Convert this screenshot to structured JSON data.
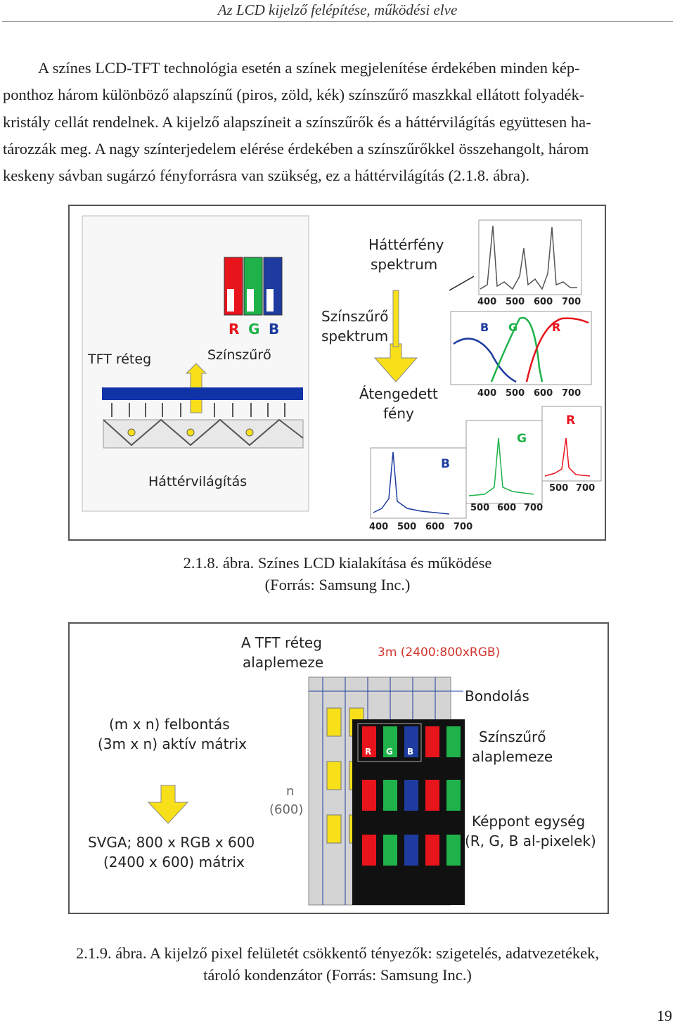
{
  "header": "Az LCD kijelző felépítése, működési elve",
  "paragraph_lines": [
    "A színes LCD-TFT technológia esetén a színek megjelenítése érdekében minden kép-",
    "ponthoz három különböző alapszínű (piros, zöld, kék) színszűrő maszkkal ellátott folyadék-",
    "kristály cellát rendelnek. A kijelző alapszíneit a színszűrők és a háttérvilágítás együttesen ha-",
    "tározzák meg. A nagy színterjedelem elérése érdekében a színszűrőkkel összehangolt, három",
    "keskeny sávban sugárzó fényforrásra van szükség, ez a háttérvilágítás (2.1.8. ábra)."
  ],
  "figure1": {
    "labels": {
      "rgb_r": "R",
      "rgb_g": "G",
      "rgb_b": "B",
      "tft_layer": "TFT réteg",
      "color_filter": "Színszűrő",
      "backlight": "Háttérvilágítás",
      "backlight_spectrum_1": "Háttérfény",
      "backlight_spectrum_2": "spektrum",
      "filter_spectrum_1": "Színszűrő",
      "filter_spectrum_2": "spektrum",
      "transmitted_1": "Átengedett",
      "transmitted_2": "fény"
    },
    "axis_ticks": [
      "400",
      "500",
      "600",
      "700"
    ],
    "axis_ticks_short": [
      "500",
      "600",
      "700"
    ],
    "colors": {
      "red": "#e8141c",
      "green": "#1fb24a",
      "blue": "#1e3ca0",
      "yellow": "#f7e01a",
      "panel_blue": "#1133a8"
    }
  },
  "caption1": {
    "line1": "2.1.8. ábra.  Színes LCD kialakítása és működése",
    "line2": "(Forrás: Samsung Inc.)"
  },
  "figure2": {
    "labels": {
      "tft_plate_1": "A TFT réteg",
      "tft_plate_2": "alaplemeze",
      "resolution": "3m (2400:800xRGB)",
      "bonding": "Bondolás",
      "mxn_1": "(m x n) felbontás",
      "mxn_2": "(3m x n) aktív mátrix",
      "filter_plate_1": "Színszűrő",
      "filter_plate_2": "alaplemeze",
      "n_label": "n",
      "n_value": "(600)",
      "pixel_unit_1": "Képpont egység",
      "pixel_unit_2": "(R, G, B al-pixelek)",
      "svga_1": "SVGA; 800 x RGB x 600",
      "svga_2": "(2400 x 600) mátrix",
      "rgb_r": "R",
      "rgb_g": "G",
      "rgb_b": "B"
    }
  },
  "caption2": {
    "line1": "2.1.9. ábra. A kijelző pixel felületét csökkentő tényezők: szigetelés, adatvezetékek,",
    "line2": "tároló kondenzátor (Forrás: Samsung Inc.)"
  },
  "page_number": "19"
}
